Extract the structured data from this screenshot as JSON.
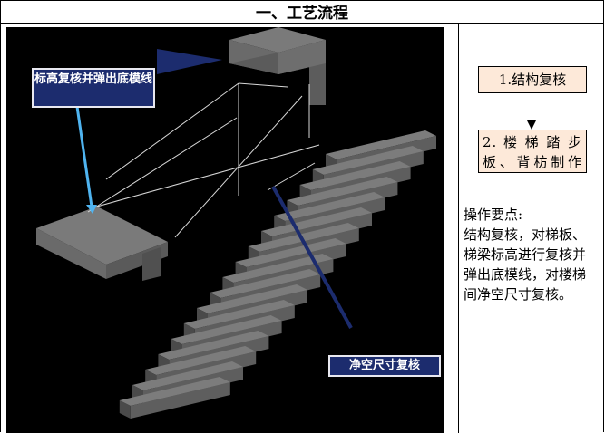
{
  "header": {
    "title": "一、工艺流程"
  },
  "figure": {
    "callout_elevation": "标高复核并弹出底模线",
    "callout_clearance": "净空尺寸复核"
  },
  "flow": {
    "step1": "1.结构复核",
    "step2": "2. 楼 梯 踏 步 板、背枋制作"
  },
  "notes": {
    "heading": "操作要点:",
    "body": "结构复核，对梯板、梯梁标高进行复核并弹出底模线，对楼梯间净空尺寸复核。"
  },
  "colors": {
    "figure_background": "#000000",
    "callout_fill": "#1c2c6e",
    "flowbox_fill": "#fde9d9",
    "leader_line_light": "#4fb4f0",
    "leader_line_dark": "#1c2c6e"
  }
}
